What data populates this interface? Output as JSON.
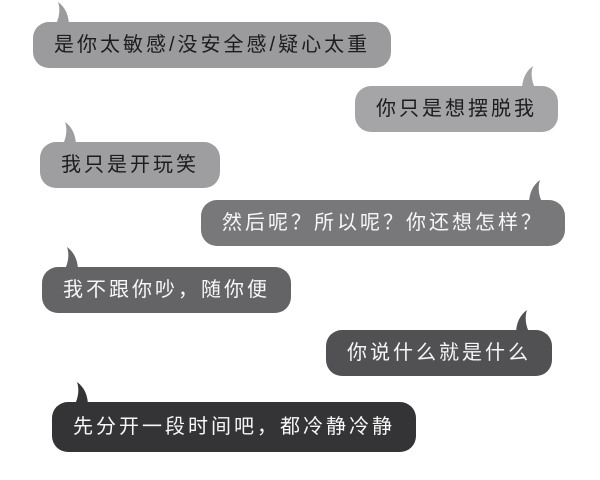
{
  "page": {
    "background_color": "#ffffff",
    "description_label": "chat conversation growing colder"
  },
  "conversation": {
    "messages": [
      {
        "side": "left",
        "text": "是你太敏感/没安全感/疑心太重",
        "bubble_color": "#9b9b9d",
        "text_color": "#1c1c1e"
      },
      {
        "side": "right",
        "text": "你只是想摆脱我",
        "bubble_color": "#a5a5a7",
        "text_color": "#1c1c1e"
      },
      {
        "side": "left",
        "text": "我只是开玩笑",
        "bubble_color": "#9e9ea0",
        "text_color": "#1c1c1e"
      },
      {
        "side": "right",
        "text": "然后呢？所以呢？你还想怎样？",
        "bubble_color": "#78787b",
        "text_color": "#f7f7f7"
      },
      {
        "side": "left",
        "text": "我不跟你吵，随你便",
        "bubble_color": "#646467",
        "text_color": "#f7f7f7"
      },
      {
        "side": "right",
        "text": "你说什么就是什么",
        "bubble_color": "#515154",
        "text_color": "#f7f7f7"
      },
      {
        "side": "left",
        "text": "先分开一段时间吧，都冷静冷静",
        "bubble_color": "#343437",
        "text_color": "#f7f7f7"
      }
    ]
  }
}
